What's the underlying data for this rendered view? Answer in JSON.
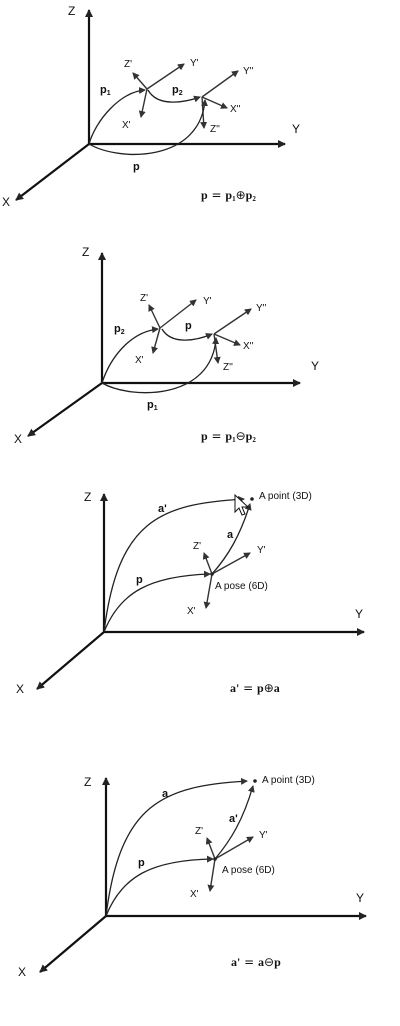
{
  "panel1": {
    "axes": {
      "z": "Z",
      "y": "Y",
      "x": "X"
    },
    "frame1": {
      "z": "Z'",
      "y": "Y'",
      "x": "X'"
    },
    "frame2": {
      "z": "Z''",
      "y": "Y''",
      "x": "X''"
    },
    "p1": {
      "base": "p",
      "sub": "1"
    },
    "p2": {
      "base": "p",
      "sub": "2"
    },
    "p": "p",
    "equation": {
      "lhs": "p",
      "eq": " = ",
      "a": "p",
      "a_sub": "1",
      "op": "⊕",
      "b": "p",
      "b_sub": "2"
    }
  },
  "panel2": {
    "axes": {
      "z": "Z",
      "y": "Y",
      "x": "X"
    },
    "frame1": {
      "z": "Z'",
      "y": "Y'",
      "x": "X'"
    },
    "frame2": {
      "z": "Z''",
      "y": "Y''",
      "x": "X''"
    },
    "p2": {
      "base": "p",
      "sub": "2"
    },
    "p1": {
      "base": "p",
      "sub": "1"
    },
    "p": "p",
    "equation": {
      "lhs": "p",
      "eq": " = ",
      "a": "p",
      "a_sub": "1",
      "op": "⊖",
      "b": "p",
      "b_sub": "2"
    }
  },
  "panel3": {
    "axes": {
      "z": "Z",
      "y": "Y",
      "x": "X"
    },
    "frame": {
      "z": "Z'",
      "y": "Y'",
      "x": "X'"
    },
    "a_prime": "a'",
    "a": "a",
    "p": "p",
    "point_label": "A point (3D)",
    "pose_label": "A pose (6D)",
    "equation": {
      "lhs": "a'",
      "eq": " = ",
      "a": "p",
      "op": "⊕",
      "b": "a"
    }
  },
  "panel4": {
    "axes": {
      "z": "Z",
      "y": "Y",
      "x": "X"
    },
    "frame": {
      "z": "Z'",
      "y": "Y'",
      "x": "X'"
    },
    "a": "a",
    "a_prime": "a'",
    "p": "p",
    "point_label": "A point (3D)",
    "pose_label": "A pose (6D)",
    "equation": {
      "lhs": "a'",
      "eq": " = ",
      "a": "a",
      "op": "⊖",
      "b": "p"
    }
  }
}
